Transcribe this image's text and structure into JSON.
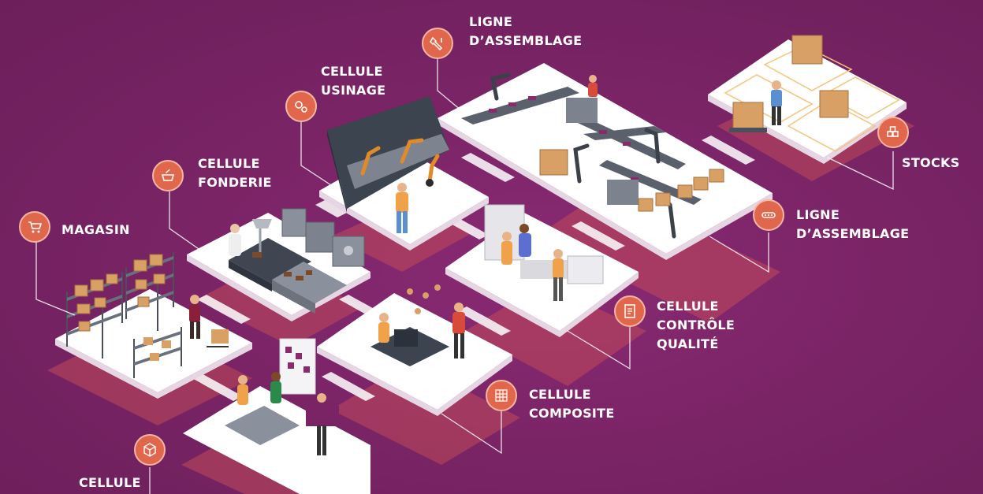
{
  "zones": [
    {
      "id": "magasin",
      "icon": "cart-icon",
      "lines": [
        "MAGASIN"
      ]
    },
    {
      "id": "fonderie",
      "icon": "cauldron-icon",
      "lines": [
        "CELLULE",
        "FONDERIE"
      ]
    },
    {
      "id": "usinage",
      "icon": "gears-icon",
      "lines": [
        "CELLULE",
        "USINAGE"
      ]
    },
    {
      "id": "assemblage-top",
      "icon": "tools-icon",
      "lines": [
        "LIGNE",
        "D’ASSEMBLAGE"
      ]
    },
    {
      "id": "stocks",
      "icon": "boxes-icon",
      "lines": [
        "STOCKS"
      ]
    },
    {
      "id": "assemblage-right",
      "icon": "conveyor-icon",
      "lines": [
        "LIGNE",
        "D’ASSEMBLAGE"
      ]
    },
    {
      "id": "controle",
      "icon": "checklist-icon",
      "lines": [
        "CELLULE",
        "CONTRÔLE",
        "QUALITÉ"
      ]
    },
    {
      "id": "composite",
      "icon": "grid-icon",
      "lines": [
        "CELLULE",
        "COMPOSITE"
      ]
    },
    {
      "id": "bottom",
      "icon": "cube-icon",
      "lines": [
        "CELLULE"
      ]
    }
  ],
  "colors": {
    "background": "#7a2466",
    "icon_fill": "#e0674c",
    "icon_ring": "#f3b7a4",
    "platform": "#ffffff",
    "shadow": "#c14a5a",
    "text": "#ffffff"
  }
}
